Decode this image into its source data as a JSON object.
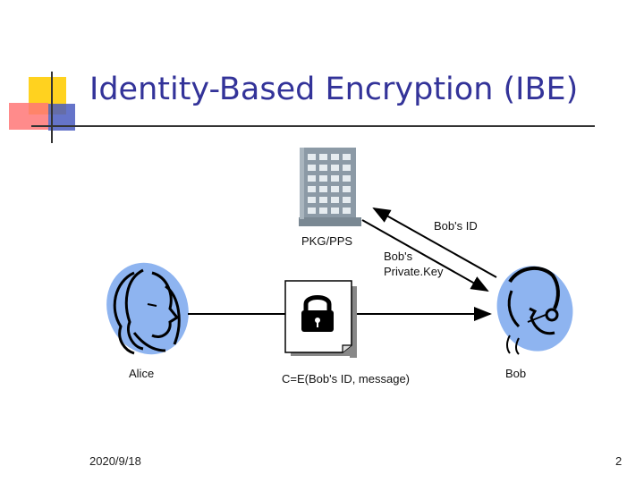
{
  "slide": {
    "title": "Identity-Based Encryption (IBE)",
    "date": "2020/9/18",
    "page_number": "2"
  },
  "diagram": {
    "pkg_label": "PKG/PPS",
    "alice_label": "Alice",
    "bob_label": "Bob",
    "bob_id_label": "Bob's ID",
    "private_key_label_line1": "Bob's",
    "private_key_label_line2": "Private.Key",
    "ciphertext_label": "C=E(Bob's ID, message)"
  },
  "colors": {
    "title": "#333399",
    "accent_yellow": "#FFD21F",
    "accent_red": "#FF6B6B",
    "accent_blue": "#3D52B8",
    "figure_blue": "#8EB4F0",
    "server_gray": "#8C9AA6"
  },
  "icons": [
    "server-building-icon",
    "alice-person-icon",
    "bob-headset-person-icon",
    "encrypted-document-icon",
    "padlock-icon"
  ]
}
